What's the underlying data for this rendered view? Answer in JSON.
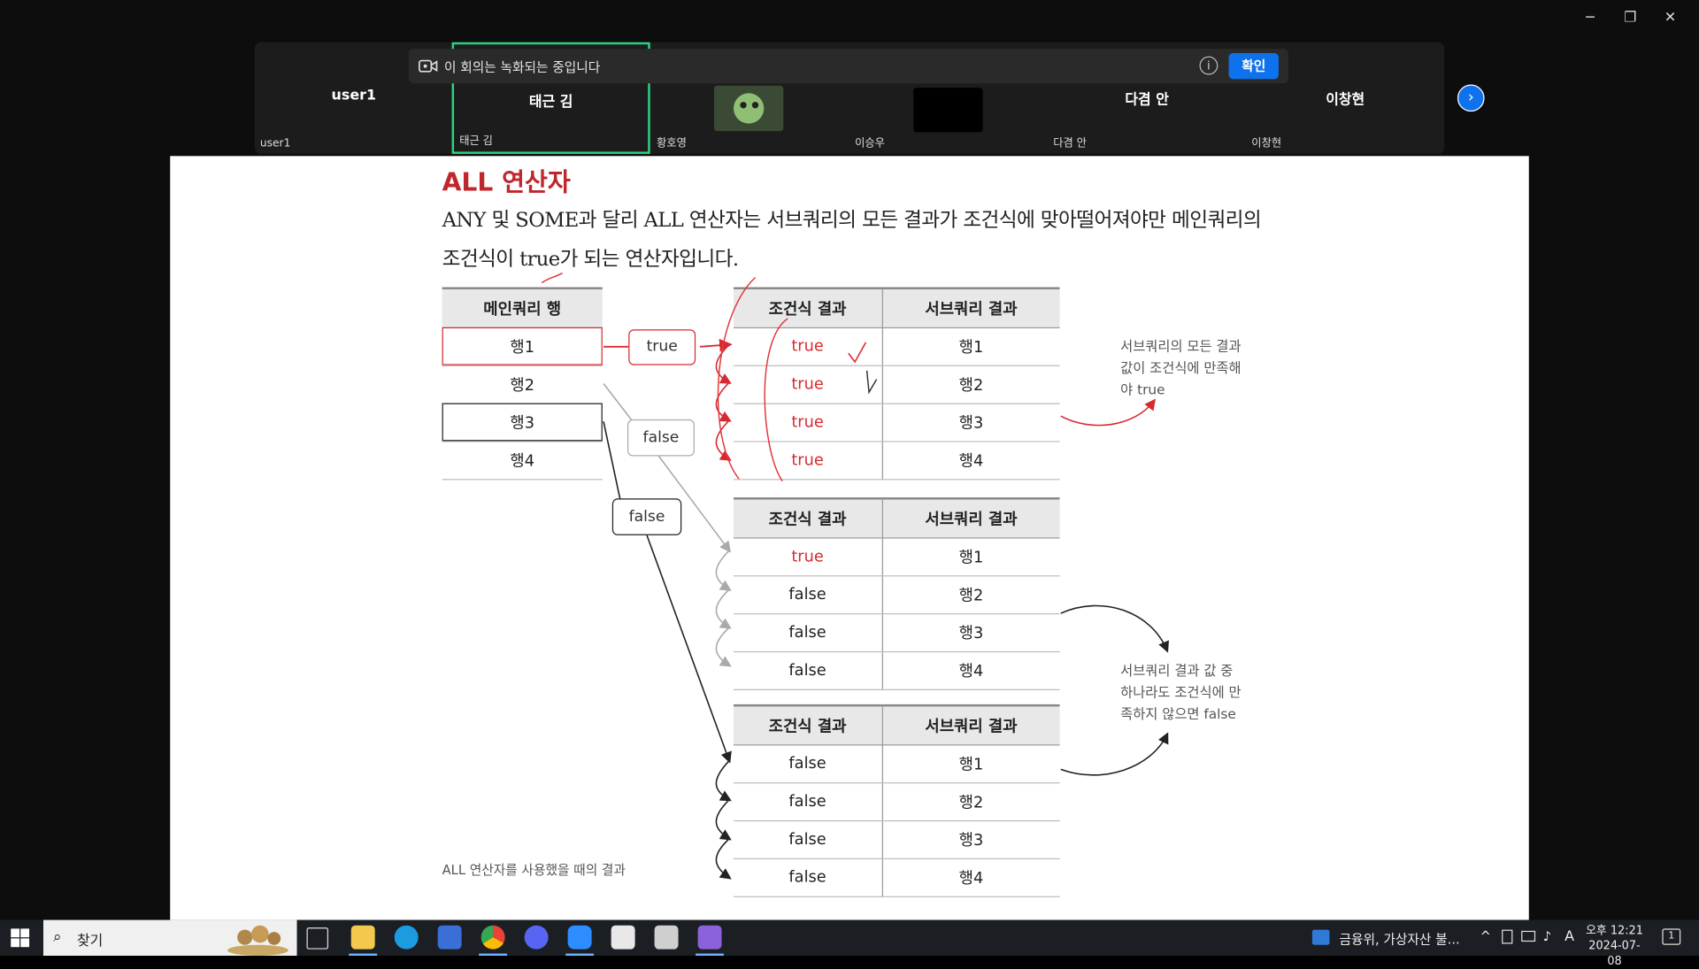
{
  "window": {
    "minimize": "─",
    "restore": "❐",
    "close": "✕"
  },
  "recording_banner": {
    "text": "이 회의는 녹화되는 중입니다",
    "info": "i",
    "confirm": "확인"
  },
  "participants": [
    {
      "center": "user1",
      "label": "user1"
    },
    {
      "center": "태근 김",
      "label": "태근 김"
    },
    {
      "center": "",
      "label": "황호영"
    },
    {
      "center": "",
      "label": "이승우"
    },
    {
      "center": "다겸 안",
      "label": "다겸 안"
    },
    {
      "center": "이창현",
      "label": "이창현"
    }
  ],
  "next_page": "›",
  "slide": {
    "title": "ALL 연산자",
    "paragraph": "ANY 및 SOME과 달리 ALL 연산자는 서브쿼리의 모든 결과가 조건식에 맞아떨어져야만 메인쿼리의 조건식이 true가 되는 연산자입니다.",
    "main_header": "메인쿼리 행",
    "main_rows": [
      "행1",
      "행2",
      "행3",
      "행4"
    ],
    "pills": [
      "true",
      "false",
      "false"
    ],
    "col_cond": "조건식 결과",
    "col_sub": "서브쿼리 결과",
    "table1": [
      [
        "true",
        "행1"
      ],
      [
        "true",
        "행2"
      ],
      [
        "true",
        "행3"
      ],
      [
        "true",
        "행4"
      ]
    ],
    "table2": [
      [
        "true",
        "행1"
      ],
      [
        "false",
        "행2"
      ],
      [
        "false",
        "행3"
      ],
      [
        "false",
        "행4"
      ]
    ],
    "table3": [
      [
        "false",
        "행1"
      ],
      [
        "false",
        "행2"
      ],
      [
        "false",
        "행3"
      ],
      [
        "false",
        "행4"
      ]
    ],
    "note1": "서브쿼리의 모든 결과\n값이 조건식에 만족해\n야 true",
    "note2": "서브쿼리 결과 값 중\n하나라도 조건식에 만\n족하지 않으면 false",
    "caption": "ALL 연산자를 사용했을 때의 결과"
  },
  "taskbar": {
    "search": "찾기",
    "news": "금융위, 가상자산 불...",
    "ime": "A",
    "time": "오후 12:21",
    "date": "2024-07-08",
    "notif": "1"
  }
}
